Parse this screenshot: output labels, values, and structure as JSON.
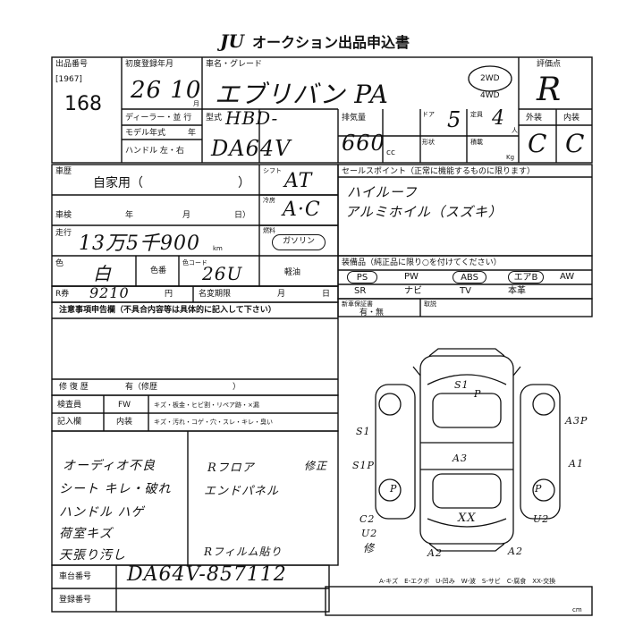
{
  "header": {
    "logo": "JU",
    "title": "オークション出品申込書"
  },
  "lot": {
    "label": "出品番号",
    "sub": "[1967]",
    "number": "168"
  },
  "first_reg": {
    "label": "初度登録年月",
    "value": "26 10",
    "month_unit": "月"
  },
  "model": {
    "label": "車名・グレード",
    "value": "エブリバン PA"
  },
  "dealer": {
    "label": "ディーラー・並 行",
    "model_year": "モデル年式",
    "year_unit": "年",
    "handle": "ハンドル 左・右"
  },
  "type": {
    "label": "型式",
    "value_top": "HBD-",
    "value_bottom": "DA64V"
  },
  "displacement": {
    "label": "排気量",
    "value": "660",
    "unit": "cc"
  },
  "doors": {
    "label": "ドア",
    "value": "5"
  },
  "capacity": {
    "label": "定員",
    "value": "4",
    "unit": "人"
  },
  "body_shape": {
    "label": "形状"
  },
  "load": {
    "label": "積載",
    "unit": "Kg"
  },
  "drive": {
    "opt1": "2WD",
    "opt2": "4WD"
  },
  "rating": {
    "label": "評価点",
    "value": "R",
    "ext_label": "外装",
    "int_label": "内装",
    "ext_value": "C",
    "int_value": "C"
  },
  "usage": {
    "label": "車歴",
    "value": "自家用（",
    "close": "）"
  },
  "shaken": {
    "label": "車検",
    "year": "年",
    "month": "月",
    "day": "日）"
  },
  "mileage": {
    "label": "走行",
    "value": "13万5千900",
    "unit": "km"
  },
  "color": {
    "label": "色",
    "value": "白",
    "no_label": "色番",
    "code_label": "色コード",
    "code_value": "26U"
  },
  "shift": {
    "label": "シフト",
    "value": "AT"
  },
  "ac": {
    "label": "冷房",
    "value": "A·C"
  },
  "fuel": {
    "label": "燃料",
    "value": "ガソリン",
    "diesel": "軽油"
  },
  "recycle": {
    "label": "R券",
    "value": "9210",
    "unit": "円",
    "meigi_label": "名変期限",
    "month": "月",
    "day": "日"
  },
  "sales_points": {
    "label": "セールスポイント（正常に機能するものに限ります）",
    "line1": "ハイルーフ",
    "line2": "アルミホイル（スズキ）"
  },
  "equipment": {
    "label": "装備品（純正品に限り○を付けてください）",
    "row1": [
      "PS",
      "PW",
      "ABS",
      "エアB",
      "AW"
    ],
    "row2": [
      "SR",
      "ナビ",
      "TV",
      "本革"
    ]
  },
  "new_car_warranty": {
    "label": "新車保証書",
    "value": "有・無",
    "label2": "取説"
  },
  "notes": {
    "label": "注意事項申告欄（不具合内容等は具体的に記入して下さい）"
  },
  "repair": {
    "label": "修 復 歴",
    "value": "有（修歴",
    "close": "）"
  },
  "inspector": {
    "label": "検査員",
    "fw": "FW",
    "fw_items": "キズ・板金・ヒビ割・リペア跡・×漏"
  },
  "entry": {
    "label": "記入欄",
    "interior": "内装",
    "int_items": "キズ・汚れ・コゲ・穴・スレ・キレ・臭い"
  },
  "handwritten_notes": {
    "left": [
      "オーディオ不良",
      "シート キレ・破れ",
      "ハンドル ハゲ",
      "荷室キズ",
      "天張り汚し"
    ],
    "right": [
      "Rフロア",
      "エンドパネル",
      "修正",
      "Rフィルム貼り"
    ]
  },
  "chassis": {
    "label": "車台番号",
    "value": "DA64V-857112"
  },
  "plate": {
    "label": "登録番号"
  },
  "diagram_marks": {
    "legend": "A-キズ　E-エクボ　U-凹み　W-波　S-サビ　C-腐食　XX-交換",
    "marks": [
      "S1",
      "P",
      "A3P",
      "A1",
      "S1",
      "A3",
      "S1P",
      "P",
      "P",
      "U2",
      "C2",
      "U2",
      "XX",
      "A2",
      "A2",
      "修"
    ]
  },
  "footer_unit": "cm"
}
